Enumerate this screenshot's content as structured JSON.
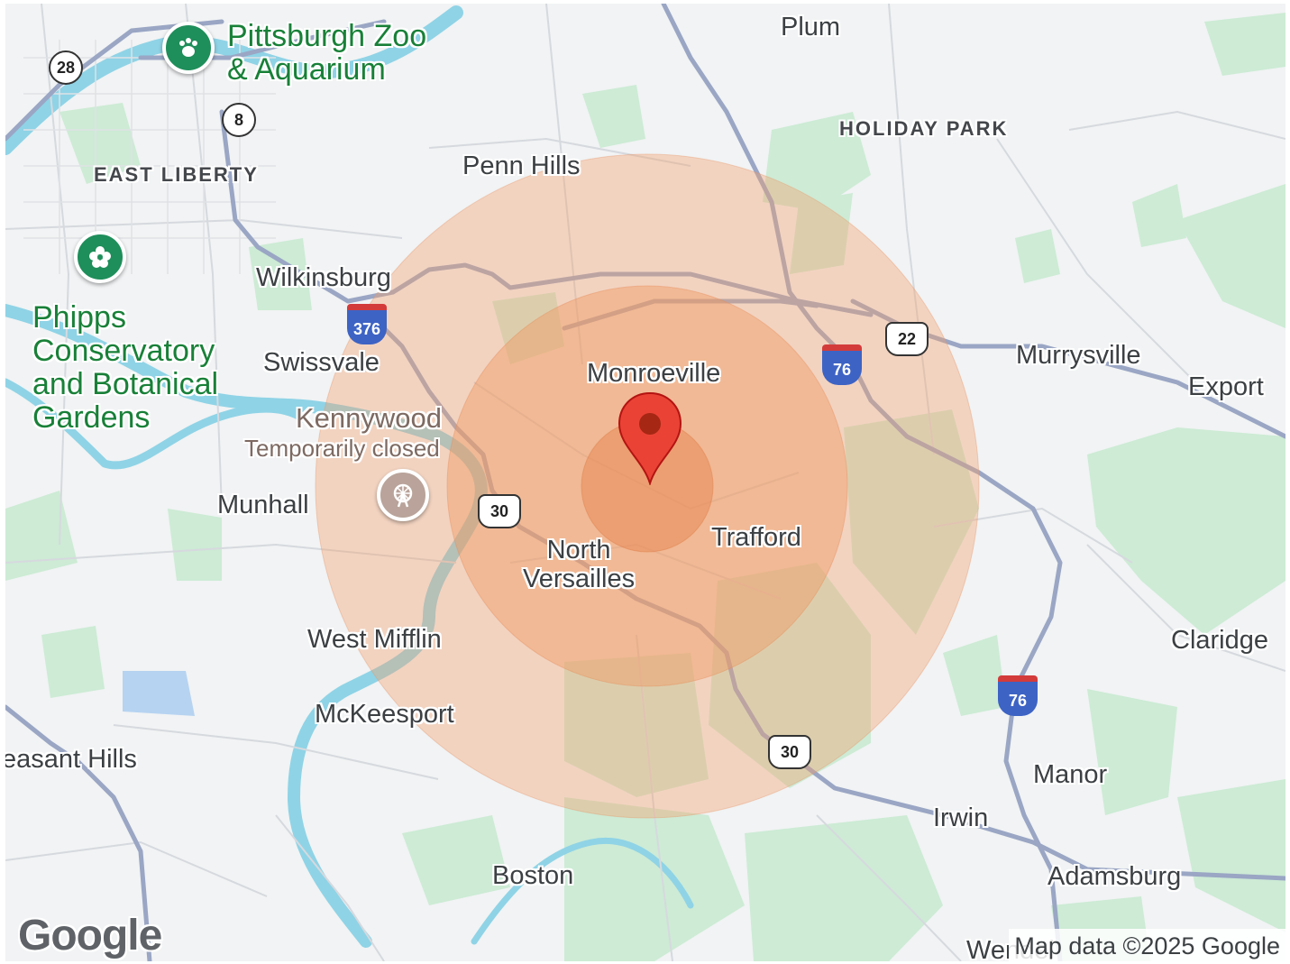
{
  "map": {
    "labels": {
      "plum": "Plum",
      "holiday_park": "HOLIDAY PARK",
      "penn_hills": "Penn Hills",
      "east_liberty": "EAST LIBERTY",
      "wilkinsburg": "Wilkinsburg",
      "swissvale": "Swissvale",
      "monroeville": "Monroeville",
      "murrysville": "Murrysville",
      "export": "Export",
      "munhall": "Munhall",
      "trafford": "Trafford",
      "north_versailles": "North\nVersailles",
      "claridge": "Claridge",
      "west_mifflin": "West Mifflin",
      "mckeesport": "McKeesport",
      "pleasant_hills": "easant Hills",
      "manor": "Manor",
      "irwin": "Irwin",
      "boston": "Boston",
      "adamsburg": "Adamsburg",
      "wendel": "Wendel"
    },
    "pois": {
      "zoo": "Pittsburgh Zoo\n& Aquarium",
      "phipps": "Phipps\nConservatory\nand Botanical\nGardens",
      "kennywood": "Kennywood",
      "kennywood_status": "Temporarily closed"
    },
    "shields": {
      "route_28": "28",
      "route_8": "8",
      "i376": "376",
      "us22": "22",
      "i76_north": "76",
      "i76_south": "76",
      "us30_west": "30",
      "us30_south": "30"
    },
    "icons": {
      "zoo_icon": "paw-icon",
      "phipps_icon": "flower-icon",
      "kennywood_icon": "amusement-park-icon",
      "pin_icon": "location-pin-icon"
    },
    "radius_circles": {
      "fill_color": "#f4a06b",
      "count": 3
    },
    "colors": {
      "water": "#7fd0e5",
      "park": "#c9ecd4",
      "highway": "#8f9bb8",
      "pin": "#ea4335"
    },
    "google_logo": "Google",
    "attribution": "Map data ©2025 Google"
  }
}
